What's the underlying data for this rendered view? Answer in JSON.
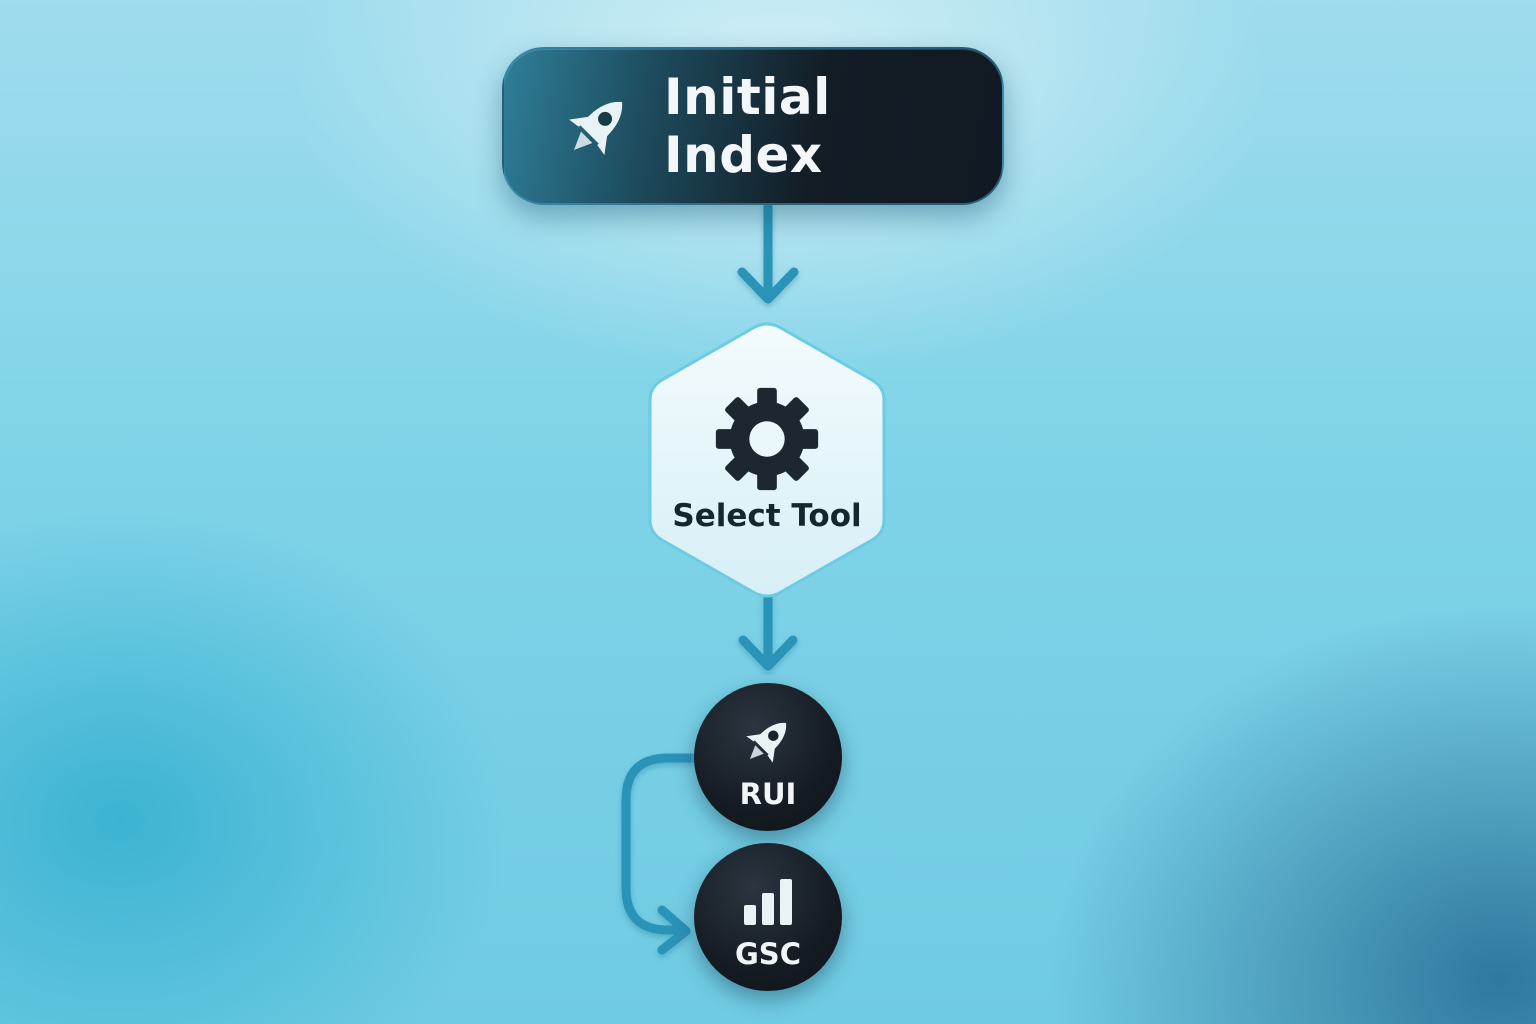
{
  "nodes": {
    "start": {
      "label": "Initial Index",
      "icon": "rocket-icon"
    },
    "decision": {
      "label": "Select Tool",
      "icon": "gear-icon"
    },
    "rui": {
      "label": "RUI",
      "icon": "rocket-icon"
    },
    "gsc": {
      "label": "GSC",
      "icon": "bar-chart-icon"
    }
  },
  "colors": {
    "arrow": "#2a93b8",
    "node_dark": "#151b22",
    "hexagon_fill": "#e8f6fa",
    "icon_light": "#e9f2f5"
  }
}
